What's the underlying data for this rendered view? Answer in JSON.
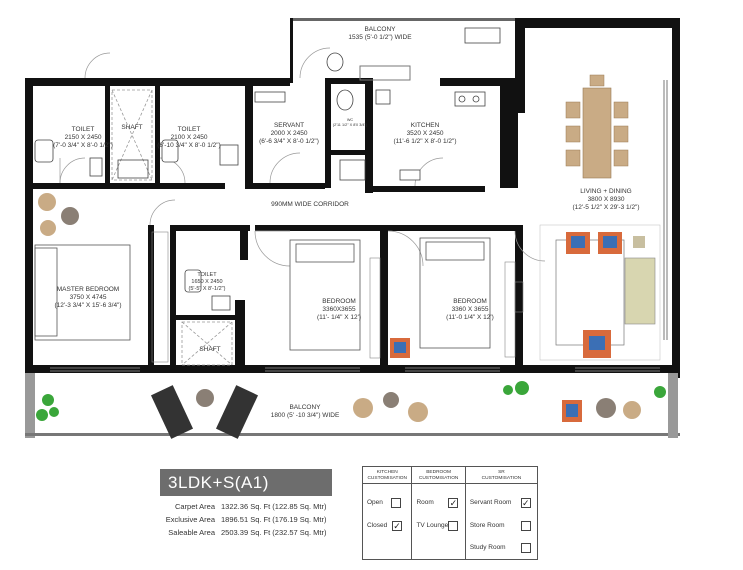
{
  "plan": {
    "corridor": "990MM WIDE CORRIDOR",
    "rooms": [
      {
        "key": "balcony_top",
        "lines": [
          "BALCONY",
          "1535 (5'-0 1/2\") WIDE"
        ]
      },
      {
        "key": "toilet1",
        "lines": [
          "TOILET",
          "2150 X 2450",
          "(7'-0 3/4\" X 8'-0 1/2\")"
        ]
      },
      {
        "key": "shaft1",
        "lines": [
          "SHAFT"
        ]
      },
      {
        "key": "toilet2",
        "lines": [
          "TOILET",
          "2100 X 2450",
          "(6'-10 3/4\" X 8'-0 1/2\")"
        ]
      },
      {
        "key": "servant",
        "lines": [
          "SERVANT",
          "2000 X 2450",
          "(6'-6 3/4\" X 8'-0 1/2\")"
        ]
      },
      {
        "key": "wc",
        "lines": [
          "WC",
          "(2'11 1/2\" X 8'0 3/4\")"
        ]
      },
      {
        "key": "kitchen",
        "lines": [
          "KITCHEN",
          "3520 X 2450",
          "(11'-6 1/2\" X 8'-0 1/2\")"
        ]
      },
      {
        "key": "living",
        "lines": [
          "LIVING + DINING",
          "3800 X 8930",
          "(12'-5 1/2\" X 29'-3 1/2\")"
        ]
      },
      {
        "key": "master",
        "lines": [
          "MASTER BEDROOM",
          "3750 X 4745",
          "(12'-3 3/4\" X 15'-6 3/4\")"
        ]
      },
      {
        "key": "toilet3",
        "lines": [
          "TOILET",
          "1650 X 2450",
          "(5'-5\" X 8'-1/2\")"
        ]
      },
      {
        "key": "shaft2",
        "lines": [
          "SHAFT"
        ]
      },
      {
        "key": "bedroom1",
        "lines": [
          "BEDROOM",
          "3360X3655",
          "(11'- 1/4\" X 12')"
        ]
      },
      {
        "key": "bedroom2",
        "lines": [
          "BEDROOM",
          "3360 X 3655",
          "(11'-0 1/4\" X 12')"
        ]
      },
      {
        "key": "balcony_bottom",
        "lines": [
          "BALCONY",
          "1800 (5' -10 3/4\") WIDE"
        ]
      }
    ]
  },
  "unit": {
    "title": "3LDK+S(A1)",
    "areas": [
      {
        "label": "Carpet Area",
        "value": "1322.36 Sq. Ft (122.85 Sq. Mtr)"
      },
      {
        "label": "Exclusive Area",
        "value": "1896.51 Sq. Ft (176.19 Sq. Mtr)"
      },
      {
        "label": "Saleable Area",
        "value": "2503.39 Sq. Ft (232.57 Sq. Mtr)"
      }
    ]
  },
  "customisation": {
    "kitchen": {
      "heading": [
        "KITCHEN",
        "CUSTOMISATION"
      ],
      "options": [
        {
          "label": "Open",
          "checked": false
        },
        {
          "label": "Closed",
          "checked": true
        }
      ]
    },
    "bedroom": {
      "heading": [
        "BEDROOM",
        "CUSTOMISATION"
      ],
      "options": [
        {
          "label": "Room",
          "checked": true
        },
        {
          "label": "TV Lounge",
          "checked": false
        }
      ]
    },
    "sr": {
      "heading": [
        "SR",
        "CUSTOMISATION"
      ],
      "options": [
        {
          "label": "Servant Room",
          "checked": true
        },
        {
          "label": "Store Room",
          "checked": false
        },
        {
          "label": "Study Room",
          "checked": false
        }
      ]
    },
    "check_mark": "✓"
  },
  "colors": {
    "wall": "#111111",
    "title_bg": "#6d6d6d",
    "chair": "#d86a3c",
    "chair_inner": "#3b6fb5",
    "plant": "#3aa63a",
    "sofa": "#d8d6b0",
    "table": "#c9ab85"
  }
}
